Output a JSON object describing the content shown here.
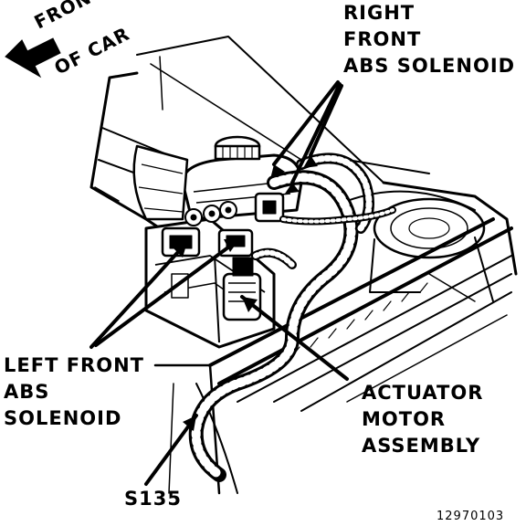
{
  "orientation": {
    "line1": "FRONT",
    "line2": "OF CAR",
    "arrow_icon": "arrow-left-icon"
  },
  "callouts": {
    "right_front_solenoid": [
      "RIGHT",
      "FRONT",
      "ABS SOLENOID"
    ],
    "left_front_solenoid": [
      "LEFT FRONT",
      "ABS",
      "SOLENOID"
    ],
    "actuator_motor": [
      "ACTUATOR",
      "MOTOR",
      "ASSEMBLY"
    ],
    "splice": "S135"
  },
  "figure_id": "12970103",
  "colors": {
    "ink": "#000000",
    "paper": "#ffffff"
  }
}
